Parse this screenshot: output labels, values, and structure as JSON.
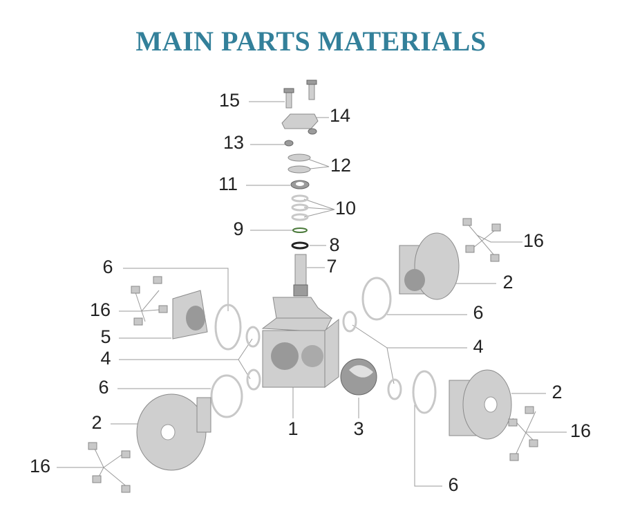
{
  "title": "MAIN PARTS MATERIALS",
  "labels": [
    "15",
    "14",
    "13",
    "12",
    "11",
    "10",
    "9",
    "8",
    "7",
    "6",
    "16",
    "2",
    "16",
    "6",
    "5",
    "4",
    "4",
    "6",
    "2",
    "1",
    "3",
    "2",
    "16",
    "16",
    "6"
  ],
  "colors": {
    "title": "#33809a"
  }
}
